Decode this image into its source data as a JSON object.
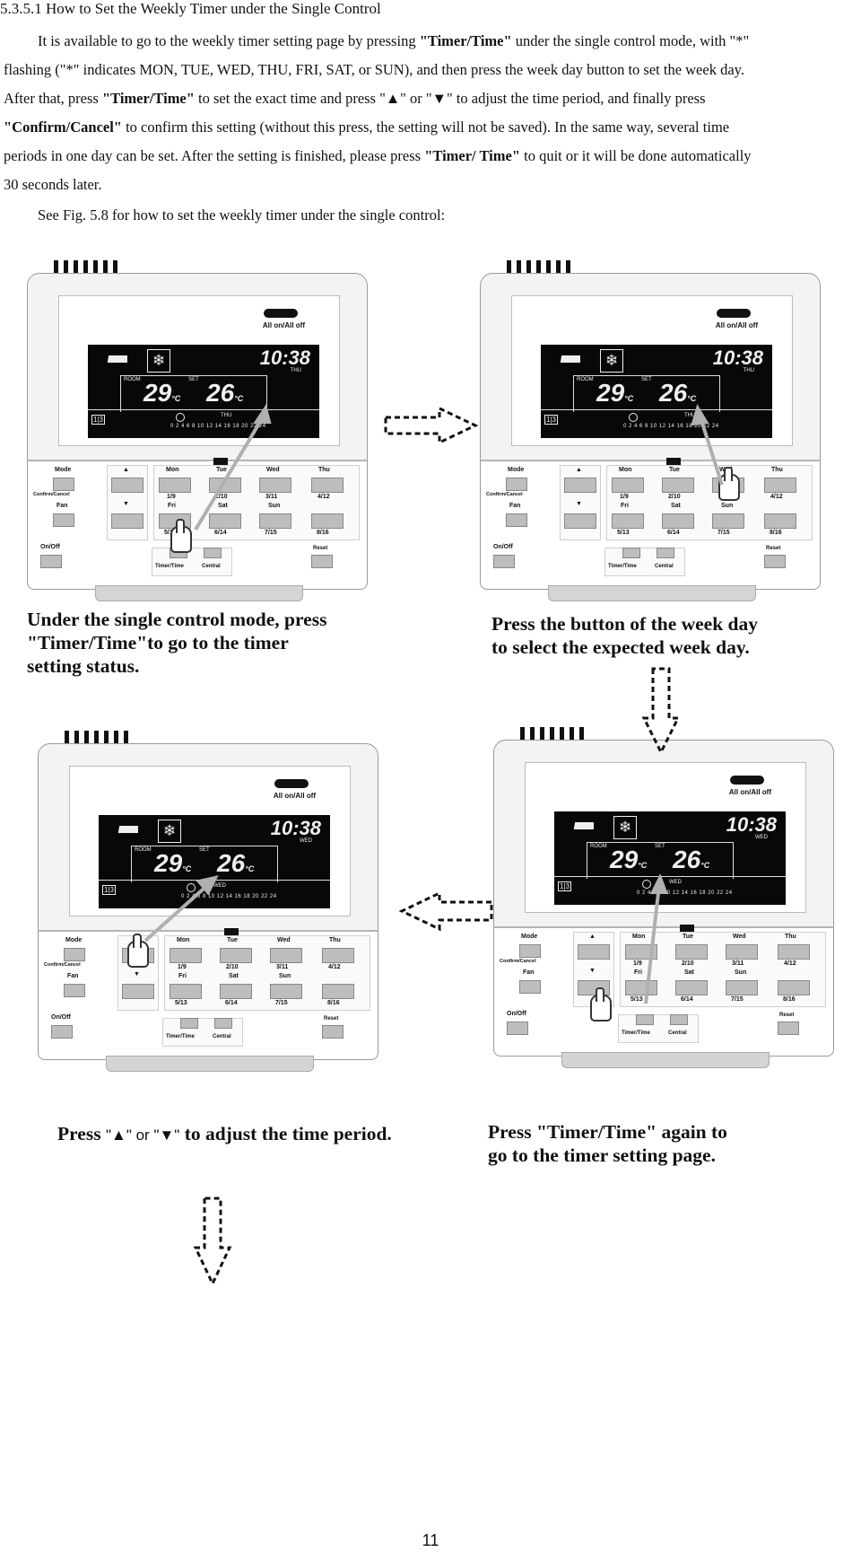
{
  "section_heading": "5.3.5.1 How to Set the Weekly Timer under the Single Control",
  "paragraph": {
    "l1a": "It is available to go to the weekly timer setting page by pressing ",
    "l1b": "\"Timer/Time\"",
    "l1c": " under the single control mode, with \"*\"",
    "l2": "flashing (\"*\" indicates MON, TUE, WED, THU, FRI, SAT, or SUN), and then press the week day button to set the week day.",
    "l3a": "After that, press ",
    "l3b": "\"Timer/Time\"",
    "l3c": " to set the exact time and press \"▲\" or \"▼\" to adjust the time period, and finally press",
    "l4a": "\"Confirm/Cancel\"",
    "l4b": " to confirm this setting (without this press, the setting will not be saved). In the same way, several time",
    "l5a": "periods in one day can be set. After the setting is finished, please press ",
    "l5b": "\"Timer/ Time\"",
    "l5c": " to quit or it will be done automatically",
    "l6": "30 seconds later."
  },
  "see_fig": "See Fig. 5.8 for how to set the weekly timer under the single control:",
  "controller": {
    "all_on_off": "All on/All off",
    "clock": "10:38",
    "room_label": "ROOM",
    "set_label": "SET",
    "room_temp": "29",
    "set_temp": "26",
    "temp_unit": "°C",
    "lock": "1|3",
    "timeline": "0 2 4 6 8 10 12 14 16 18 20 22 24",
    "keys": {
      "mode": "Mode",
      "up": "▲",
      "down": "▼",
      "confirm": "Confirm/Cancel",
      "fan": "Fan",
      "onoff": "On/Off",
      "timer": "Timer/Time",
      "central": "Central",
      "reset": "Reset",
      "mon": "Mon",
      "tue": "Tue",
      "wed": "Wed",
      "thu": "Thu",
      "n1": "1/9",
      "n2": "2/10",
      "n3": "3/11",
      "n4": "4/12",
      "fri": "Fri",
      "sat": "Sat",
      "sun": "Sun",
      "n5": "5/13",
      "n6": "6/14",
      "n7": "7/15",
      "n8": "8/16"
    }
  },
  "day_labels": {
    "c1": "THU",
    "c2": "THU",
    "c3": "WED",
    "c4": "WED"
  },
  "captions": {
    "c1": [
      "Under the single control mode, press",
      "\"Timer/Time\"to go to the timer",
      "setting status."
    ],
    "c2": [
      "Press the button of the week day",
      "to select the expected week day."
    ],
    "c3a": "Press ",
    "c3b": "\"▲\" or \"▼\"",
    "c3c": " to adjust the time period.",
    "c4": [
      "Press \"Timer/Time\"  again  to",
      "go to the timer setting page."
    ]
  },
  "page_number": "11"
}
